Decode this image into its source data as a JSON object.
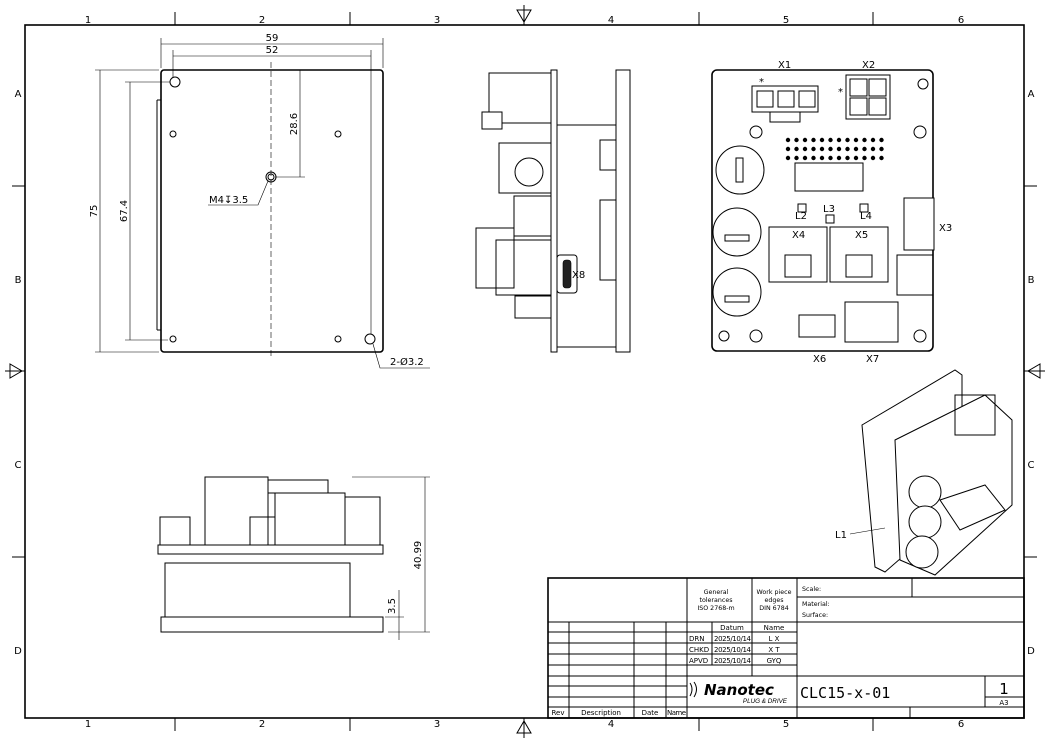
{
  "frame": {
    "columns": [
      "1",
      "2",
      "3",
      "4",
      "5",
      "6"
    ],
    "rows": [
      "A",
      "B",
      "C",
      "D"
    ]
  },
  "front_view": {
    "dimensions": [
      "59",
      "52",
      "75",
      "67.4",
      "28.6"
    ],
    "thread_callout": "M4↧3.5",
    "hole_callout": "2-Ø3.2"
  },
  "side_view": {
    "connector_label": "X8"
  },
  "bottom_view": {
    "dimensions": [
      "40.99",
      "3.5"
    ]
  },
  "top_view": {
    "labels": [
      "X1",
      "X2",
      "X3",
      "X4",
      "X5",
      "X6",
      "X7",
      "L2",
      "L3",
      "L4"
    ],
    "pin1_marker": "*"
  },
  "iso_view": {
    "label": "L1"
  },
  "title_block": {
    "general_tolerances": [
      "General",
      "tolerances",
      "ISO 2768-m"
    ],
    "workpiece_edges": [
      "Work piece",
      "edges",
      "DIN 6784"
    ],
    "scale_label": "Scale:",
    "material_label": "Material:",
    "surface_label": "Surface:",
    "datum_header": "Datum",
    "name_header": "Name",
    "approvals": [
      {
        "role": "DRN",
        "date": "2025/10/14",
        "name": "L X"
      },
      {
        "role": "CHKD",
        "date": "2025/10/14",
        "name": "X T"
      },
      {
        "role": "APVD",
        "date": "2025/10/14",
        "name": "GYQ"
      }
    ],
    "revision_headers": [
      "Rev",
      "Description",
      "Date",
      "Name"
    ],
    "logo": "Nanotec",
    "logo_tagline": "PLUG & DRIVE",
    "drawing_number": "CLC15-x-01",
    "sheet": "1",
    "format": "A3"
  }
}
